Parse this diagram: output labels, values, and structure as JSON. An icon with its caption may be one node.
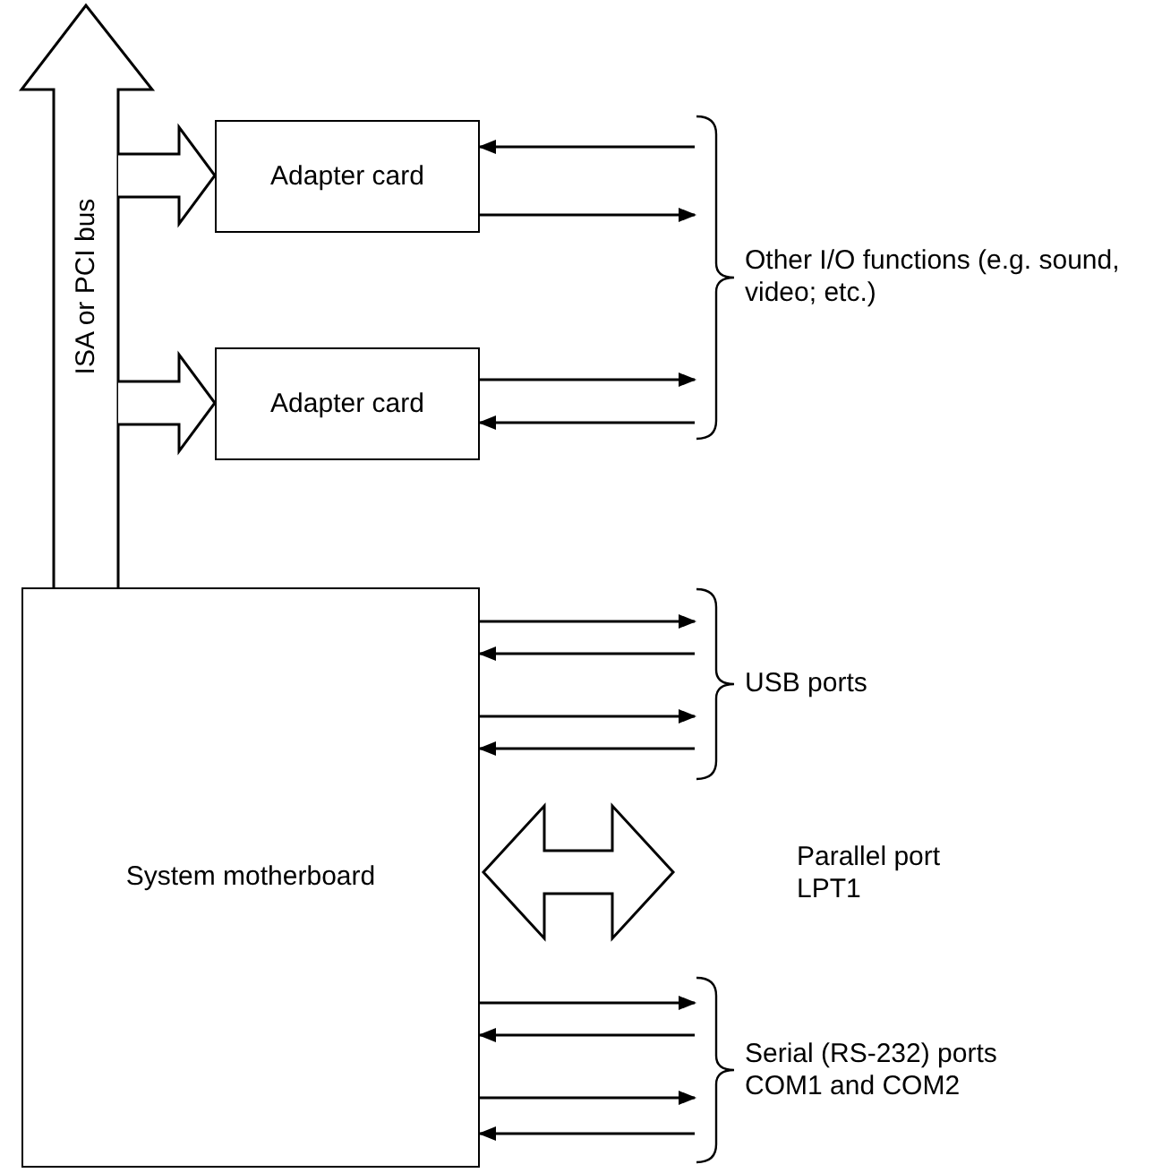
{
  "diagram": {
    "nodes": [
      {
        "text": [
          "Adapter card"
        ]
      },
      {
        "text": [
          "Adapter card"
        ]
      },
      {
        "text": [
          "System motherboard"
        ]
      },
      {
        "text": [
          "Parallel port LPT1"
        ]
      },
      {
        "text": [
          "Other I/O functions (e.g. sound, video; etc.)"
        ]
      },
      {
        "text": [
          "USB ports"
        ]
      },
      {
        "text": [
          "Serial (RS-232) ports COM1 and COM2"
        ]
      }
    ],
    "edges": [
      {
        "from": 2,
        "to": null,
        "arrow": "to",
        "label": "ISA or PCI bus"
      },
      {
        "from": 2,
        "to": 0,
        "arrow": "to"
      },
      {
        "from": 2,
        "to": 1,
        "arrow": "to"
      },
      {
        "from": 4,
        "to": 0,
        "arrow": "to"
      },
      {
        "from": 0,
        "to": 4,
        "arrow": "to"
      },
      {
        "from": 1,
        "to": 4,
        "arrow": "to"
      },
      {
        "from": 4,
        "to": 1,
        "arrow": "to"
      },
      {
        "from": 2,
        "to": 5,
        "arrow": "to"
      },
      {
        "from": 5,
        "to": 2,
        "arrow": "to"
      },
      {
        "from": 2,
        "to": 5,
        "arrow": "to"
      },
      {
        "from": 5,
        "to": 2,
        "arrow": "to"
      },
      {
        "from": 2,
        "to": 3,
        "arrow": "both"
      },
      {
        "from": 2,
        "to": 6,
        "arrow": "to"
      },
      {
        "from": 6,
        "to": 2,
        "arrow": "to"
      },
      {
        "from": 2,
        "to": 6,
        "arrow": "to"
      },
      {
        "from": 6,
        "to": 2,
        "arrow": "to"
      }
    ]
  }
}
